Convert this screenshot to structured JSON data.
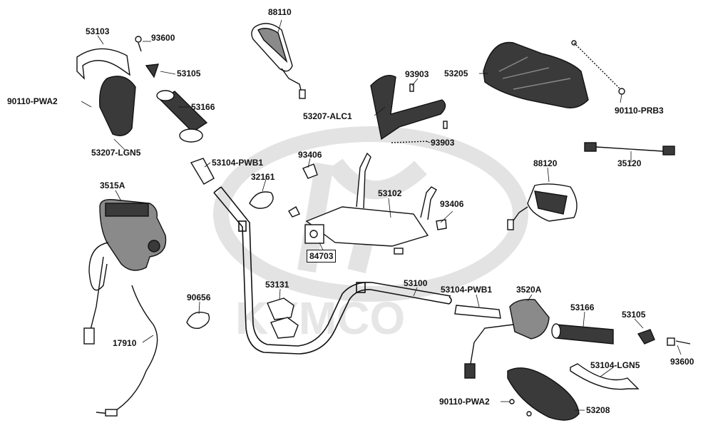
{
  "diagram": {
    "watermark": "KYMCO",
    "colors": {
      "ink": "#111111",
      "part_fill": "#ffffff",
      "dark_fill": "#3a3a3a",
      "mid_fill": "#8a8a8a",
      "watermark": "#e3e3e3"
    },
    "part_numbers": [
      "88110",
      "53103",
      "93600",
      "53105",
      "90110-PWA2",
      "53166",
      "53207-LGN5",
      "93903",
      "53205",
      "53207-ALC1",
      "93903",
      "90110-PRB3",
      "53104-PWB1",
      "32161",
      "93406",
      "53102",
      "35120",
      "88120",
      "93406",
      "3515A",
      "84703",
      "53131",
      "53100",
      "53104-PWB1",
      "3520A",
      "90656",
      "53166",
      "53105",
      "17910",
      "93600",
      "53104-LGN5",
      "90110-PWA2",
      "53208"
    ]
  }
}
